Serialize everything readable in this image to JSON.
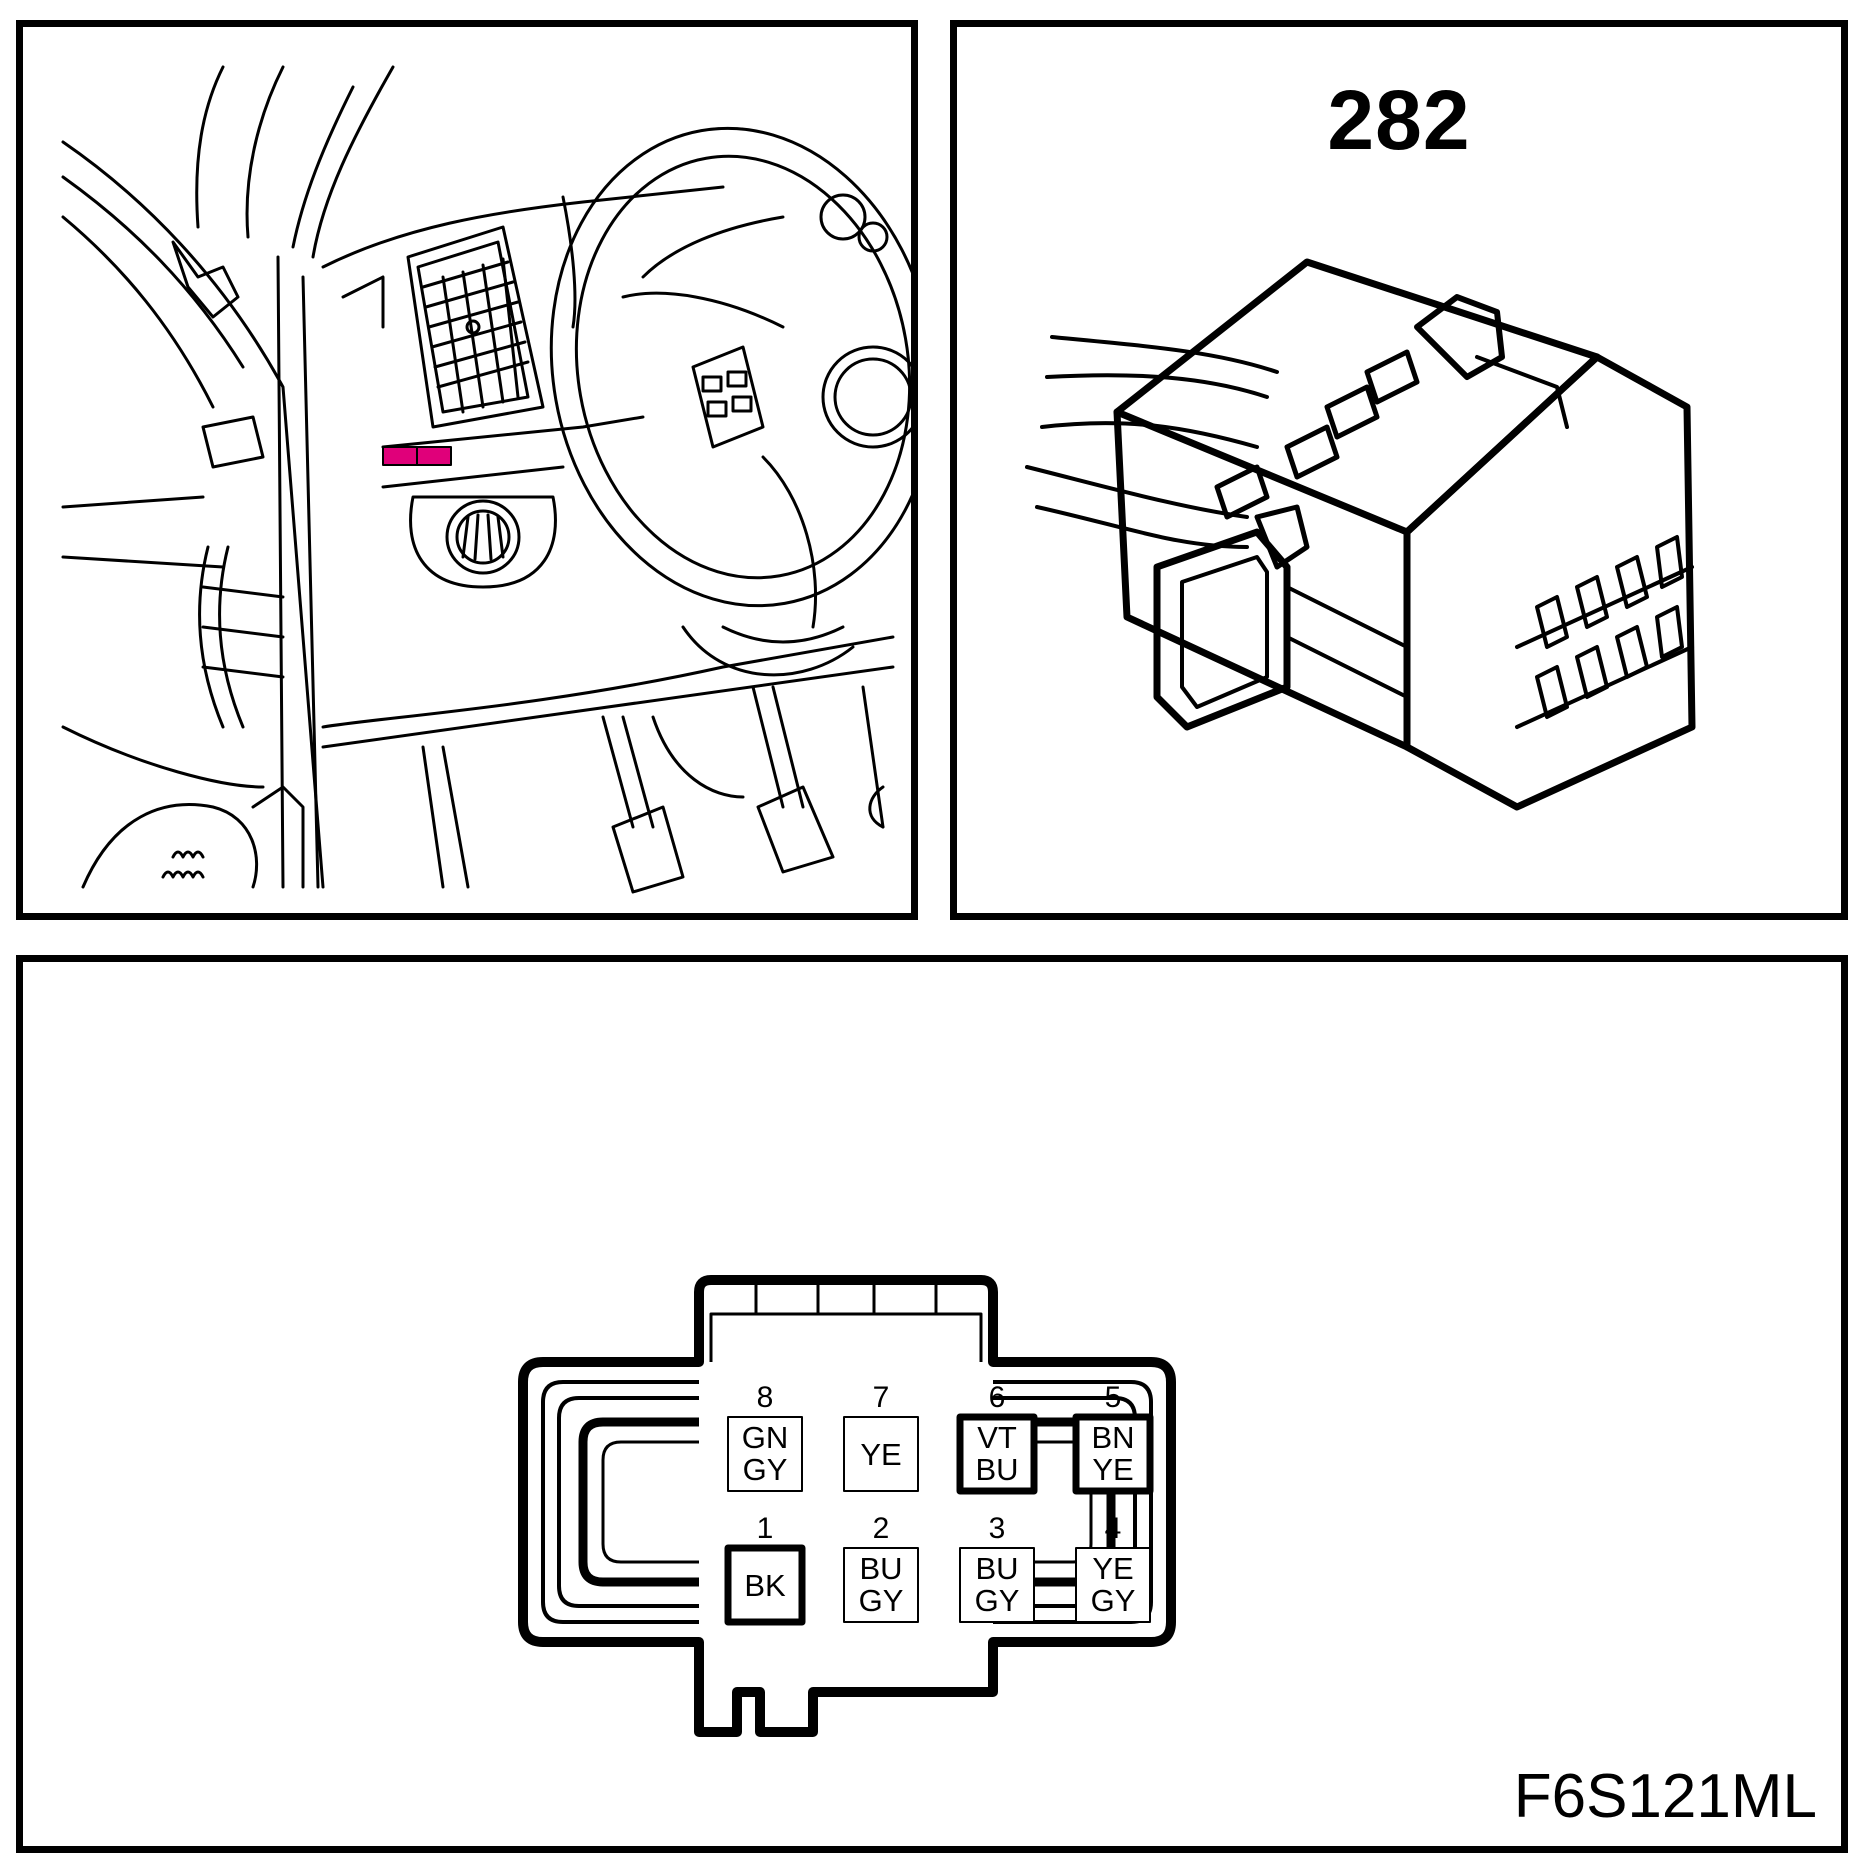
{
  "connector": {
    "number": "282"
  },
  "figure_code": "F6S121ML",
  "pins": [
    {
      "num": "8",
      "colors": [
        "GN",
        "GY"
      ]
    },
    {
      "num": "7",
      "colors": [
        "YE"
      ]
    },
    {
      "num": "6",
      "colors": [
        "VT",
        "BU"
      ]
    },
    {
      "num": "5",
      "colors": [
        "BN",
        "YE"
      ]
    },
    {
      "num": "1",
      "colors": [
        "BK"
      ]
    },
    {
      "num": "2",
      "colors": [
        "BU",
        "GY"
      ]
    },
    {
      "num": "3",
      "colors": [
        "BU",
        "GY"
      ]
    },
    {
      "num": "4",
      "colors": [
        "YE",
        "GY"
      ]
    }
  ],
  "colors": {
    "line": "#000000",
    "highlight": "#e0007a",
    "background": "#ffffff"
  }
}
